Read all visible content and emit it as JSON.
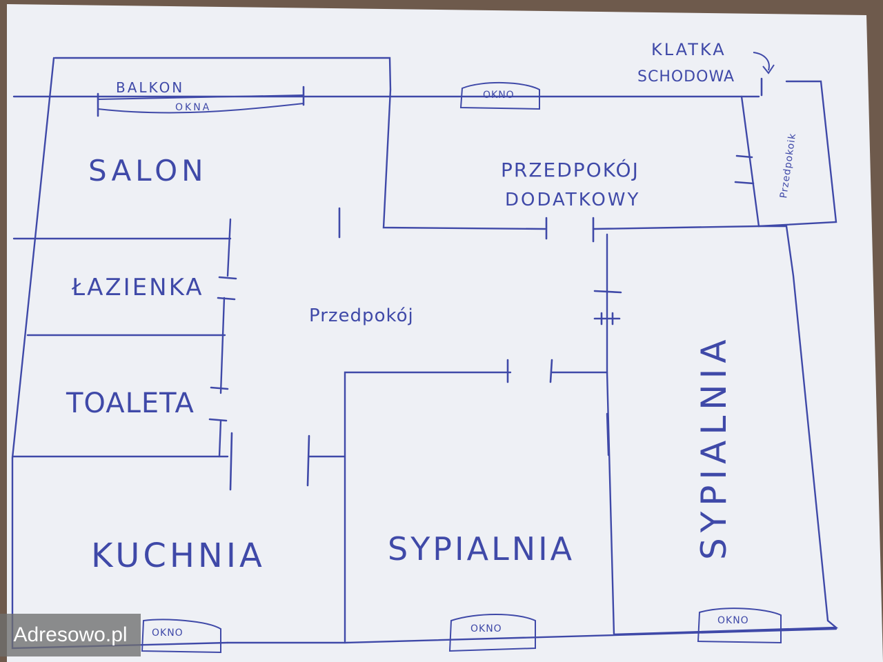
{
  "rooms": {
    "balkon": "BALKON",
    "okna": "OKNA",
    "salon": "SALON",
    "lazienka": "ŁAZIENKA",
    "toaleta": "TOALETA",
    "kuchnia": "KUCHNIA",
    "przedpokoj": "Przedpokój",
    "przedpokoj_dodatkowy_line1": "PRZEDPOKÓJ",
    "przedpokoj_dodatkowy_line2": "DODATKOWY",
    "przedpokoik": "Przedpokoik",
    "klatka_line1": "KLATKA",
    "klatka_line2": "SCHODOWA",
    "sypialnia_bottom": "SYPIALNIA",
    "sypialnia_right": "SYPIALNIA"
  },
  "windows": {
    "top": "OKNO",
    "bottom_left": "OKNO",
    "bottom_middle": "OKNO",
    "bottom_right": "OKNO"
  },
  "watermark": "Adresowo.pl",
  "colors": {
    "ink": "#3f49a8",
    "paper": "#f0f1f6",
    "background": "#6e5a4c"
  }
}
